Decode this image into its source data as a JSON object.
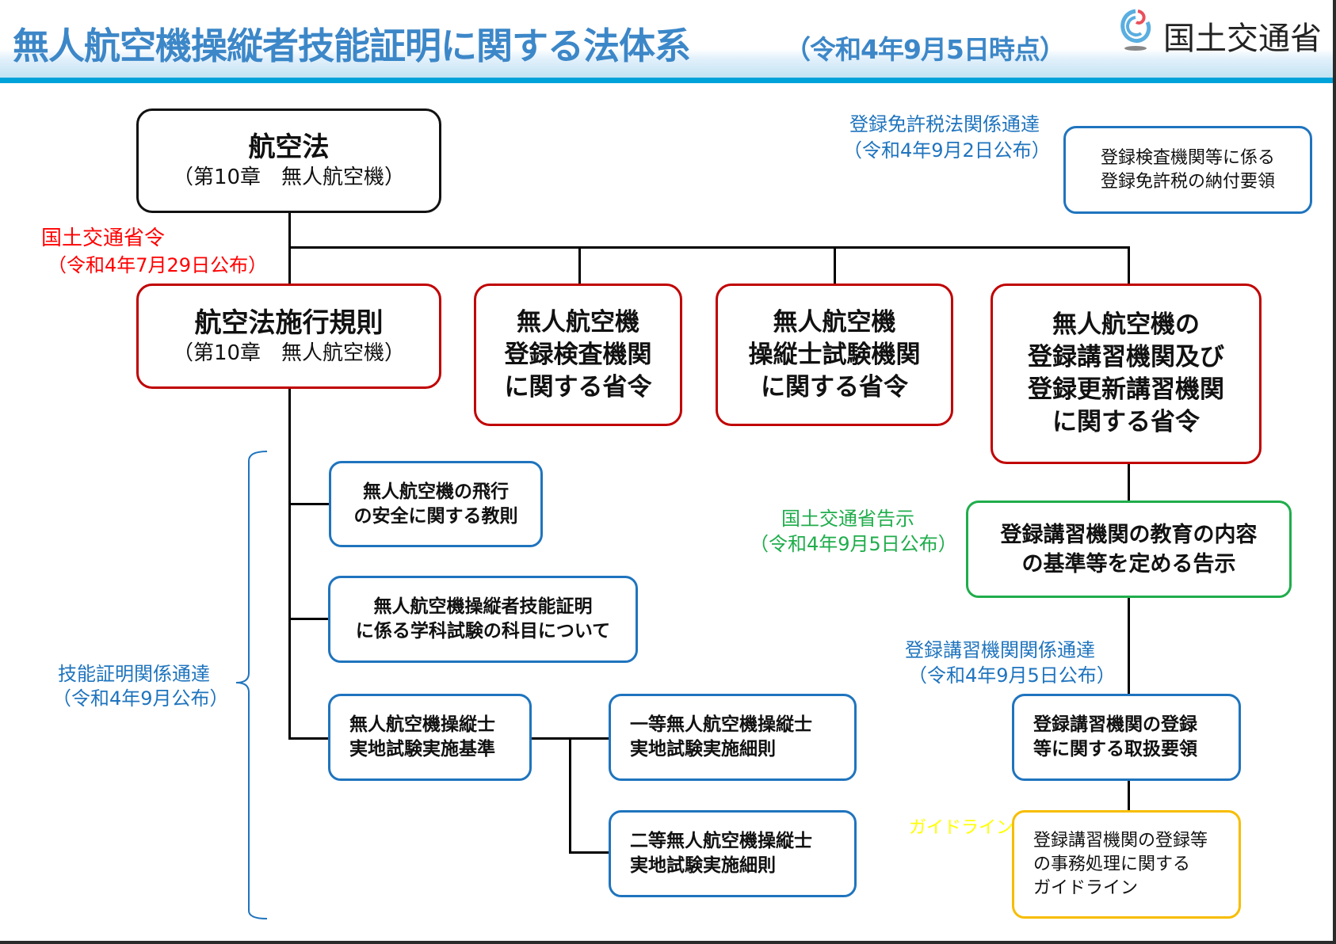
{
  "header": {
    "title": "無人航空機操縦者技能証明に関する法体系",
    "subtitle": "（令和4年9月5日時点）",
    "ministry": "国土交通省",
    "logo_icon": "mlit-logo-icon"
  },
  "colors": {
    "title": "#3c87c8",
    "header_line": "#00a3d9",
    "law": "#111111",
    "ordinance": "#c00000",
    "notice": "#1f74be",
    "announcement": "#1fad4b",
    "guideline": "#f7bd00"
  },
  "nodes": {
    "aviation_act": {
      "title": "航空法",
      "sub": "（第10章　無人航空機）"
    },
    "enforcement_reg": {
      "title": "航空法施行規則",
      "sub": "（第10章　無人航空機）"
    },
    "ord_inspection": {
      "lines": [
        "無人航空機",
        "登録検査機関",
        "に関する省令"
      ]
    },
    "ord_exam": {
      "lines": [
        "無人航空機",
        "操縦士試験機関",
        "に関する省令"
      ]
    },
    "ord_training": {
      "lines": [
        "無人航空機の",
        "登録講習機関及び",
        "登録更新講習機関",
        "に関する省令"
      ]
    },
    "tax_procedure": {
      "lines": [
        "登録検査機関等に係る",
        "登録免許税の納付要領"
      ]
    },
    "safety_rules": {
      "lines": [
        "無人航空機の飛行",
        "の安全に関する教則"
      ]
    },
    "written_exam": {
      "lines": [
        "無人航空機操縦者技能証明",
        "に係る学科試験の科目について"
      ]
    },
    "practical_standard": {
      "lines": [
        "無人航空機操縦士",
        "実地試験実施基準"
      ]
    },
    "practical_first": {
      "lines": [
        "一等無人航空機操縦士",
        "実地試験実施細則"
      ]
    },
    "practical_second": {
      "lines": [
        "二等無人航空機操縦士",
        "実地試験実施細則"
      ]
    },
    "education_notice": {
      "lines": [
        "登録講習機関の教育の内容",
        "の基準等を定める告示"
      ]
    },
    "registration_handling": {
      "lines": [
        "登録講習機関の登録",
        "等に関する取扱要領"
      ]
    },
    "guideline_doc": {
      "lines": [
        "登録講習機関の登録等",
        "の事務処理に関する",
        "ガイドライン"
      ]
    }
  },
  "labels": {
    "mlit_ordinance": {
      "name": "国土交通省令",
      "date": "（令和4年7月29日公布）"
    },
    "tax_notice": {
      "name": "登録免許税法関係通達",
      "date": "（令和4年9月2日公布）"
    },
    "skill_notice": {
      "name": "技能証明関係通達",
      "date": "（令和4年9月公布）"
    },
    "mlit_announcement": {
      "name": "国土交通省告示",
      "date": "（令和4年9月5日公布）"
    },
    "training_notice": {
      "name": "登録講習機関関係通達",
      "date": "（令和4年9月5日公布）"
    },
    "guideline": {
      "name": "ガイドライン"
    }
  }
}
